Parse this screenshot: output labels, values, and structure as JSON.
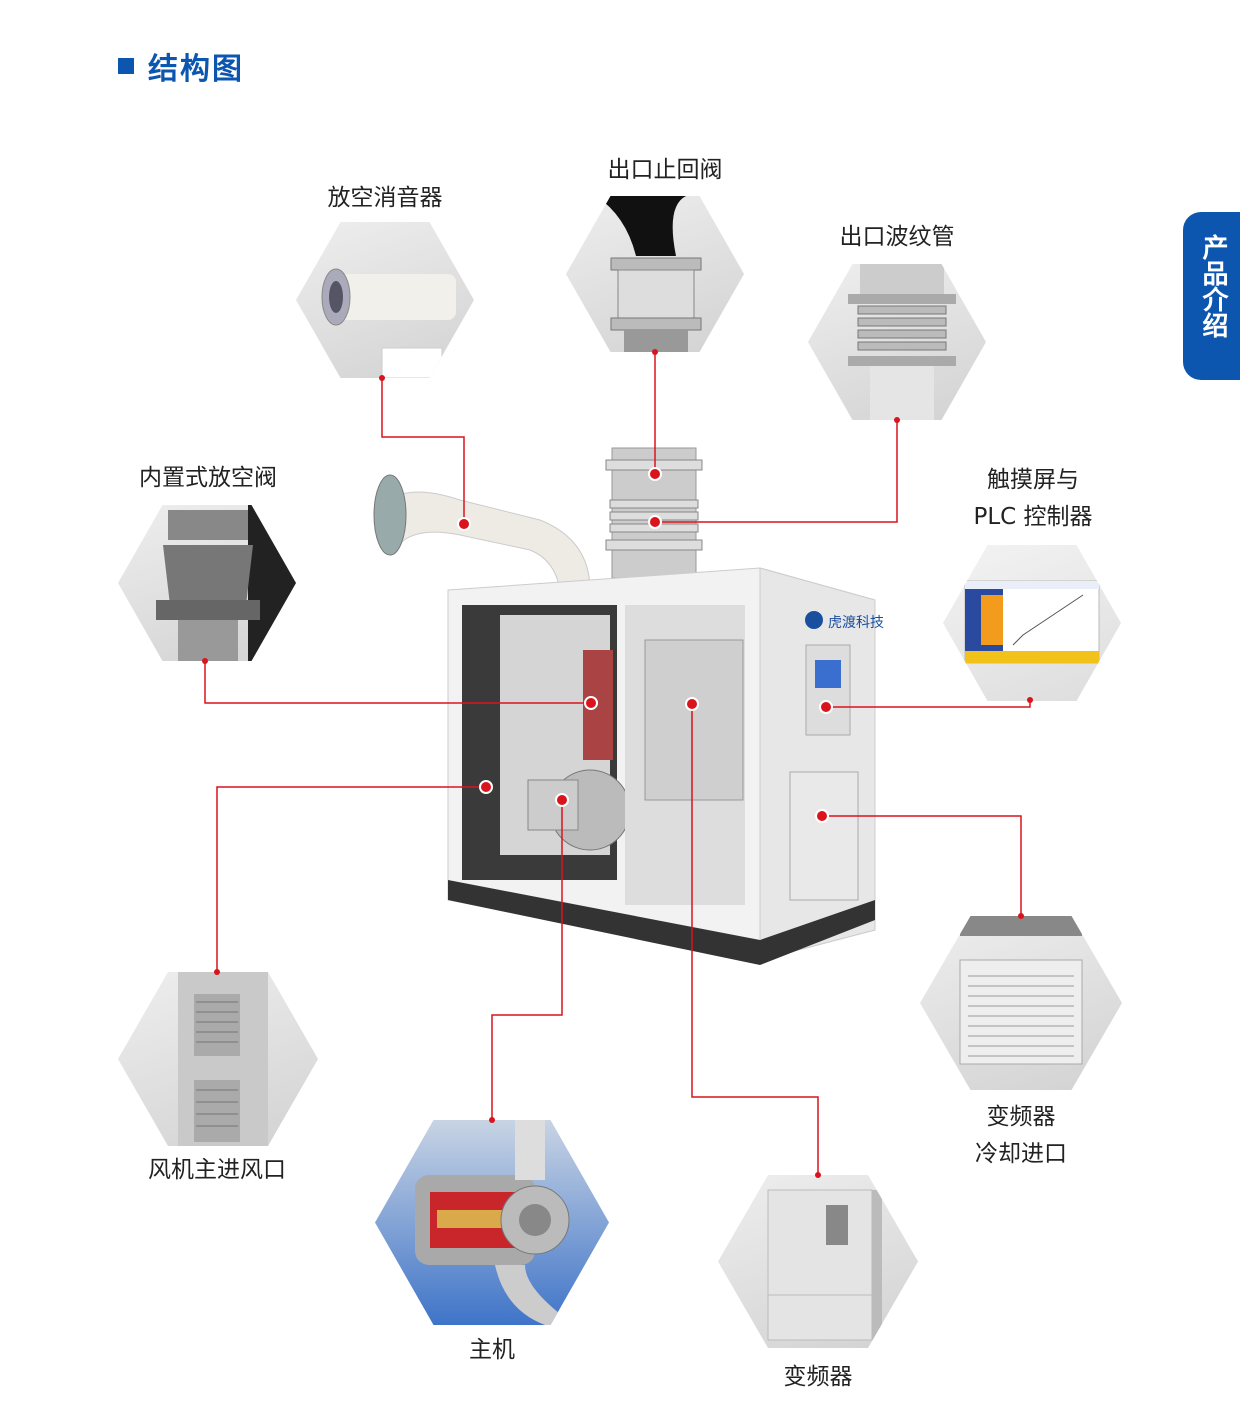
{
  "header": {
    "title": "结构图"
  },
  "side_tab": {
    "label": "产品介绍"
  },
  "machine": {
    "brand_logo": "虎渡科技"
  },
  "components": {
    "muffler": "放空消音器",
    "check_valve": "出口止回阀",
    "bellows": "出口波纹管",
    "vent_valve": "内置式放空阀",
    "plc_line1": "触摸屏与",
    "plc_line2": "PLC 控制器",
    "fan_inlet": "风机主进风口",
    "main_unit": "主机",
    "inverter": "变频器",
    "cooling_line1": "变频器",
    "cooling_line2": "冷却进口"
  },
  "colors": {
    "accent": "#0d56b0",
    "callout": "#d9141c"
  }
}
